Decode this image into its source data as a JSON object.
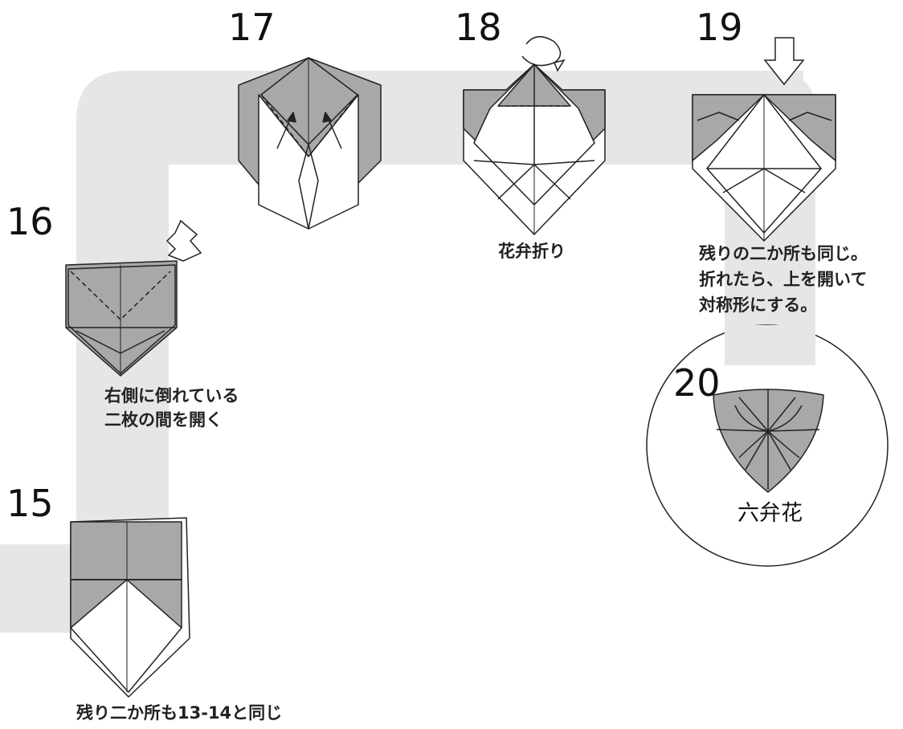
{
  "steps": [
    {
      "number": "15",
      "caption": [
        "残り二か所も13-14と同じ"
      ]
    },
    {
      "number": "16",
      "caption": [
        "右側に倒れている",
        "二枚の間を開く"
      ]
    },
    {
      "number": "17",
      "caption": []
    },
    {
      "number": "18",
      "caption": [
        "花弁折り"
      ]
    },
    {
      "number": "19",
      "caption": [
        "残りの二か所も同じ。",
        "折れたら、上を開いて",
        "対称形にする。"
      ]
    },
    {
      "number": "20",
      "caption": [
        "六弁花"
      ]
    }
  ],
  "colors": {
    "path": "#e6e6e6",
    "paper_grey": "#a8a8a8",
    "paper_white": "#ffffff",
    "line": "#222222"
  }
}
